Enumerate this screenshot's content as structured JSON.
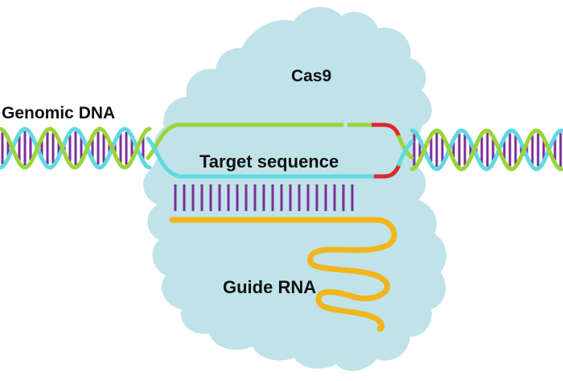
{
  "labels": {
    "protein": "Cas9",
    "genomic_dna": "Genomic DNA",
    "target_sequence": "Target sequence",
    "guide_rna": "Guide RNA"
  },
  "colors": {
    "protein": "#bfe3e8",
    "strand_green": "#9ad53a",
    "strand_cyan": "#62d8e0",
    "base_pairs": "#7b2d9a",
    "pam_red": "#e0262e",
    "guide_rna": "#f2b51b",
    "text": "#111111"
  }
}
